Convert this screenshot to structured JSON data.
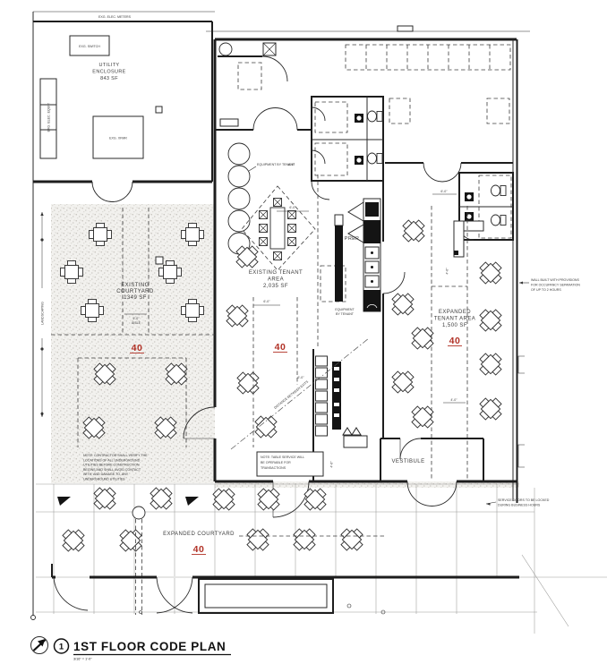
{
  "drawing": {
    "title": "1ST FLOOR CODE PLAN",
    "scale": "3/16\" = 1'-0\"",
    "detail_number": "1"
  },
  "labels": {
    "exg_elec_meters": "EXG. ELEC. METERS",
    "exg_switch": "EXG. SWITCH",
    "utility": [
      "UTILITY",
      "ENCLOSURE",
      "843 SF"
    ],
    "exg_elec_equip": "EXG. ELEC. EQUIP.",
    "exg_xfmr": "EXG. XFMR",
    "existing_courtyard": [
      "EXISTING",
      "COURTYARD",
      "1349 SF"
    ],
    "landscaping": "LANDSCAPING",
    "existing_tenant": [
      "EXISTING TENANT",
      "AREA",
      "2,035 SF"
    ],
    "expanded_tenant": [
      "EXPANDED",
      "TENANT AREA",
      "1,500 SF"
    ],
    "expanded_courtyard": "EXPANDED COURTYARD",
    "vestibule": "VESTIBULE",
    "prep": "PREP",
    "equipment_by_tenant": "EQUIPMENT BY TENANT",
    "equipment_by_tenant_2": [
      "EQUIPMENT",
      "BY TENANT"
    ],
    "exit_distance": "DISTANCE BETWEEN EXITS"
  },
  "occupancy": {
    "value": "40"
  },
  "dimensions": {
    "aisle_width": "5'-0\"",
    "aisle_word": "AISLE",
    "six_feet": "6'-0\"",
    "four_six": "4'-6\"",
    "four_feet": "4'-0\""
  },
  "notes": {
    "wall_provisions": [
      "WALL BUILT WITH PROVISIONS",
      "FOR OCCUPANCY SEPARATION",
      "OF UP TO 2 HOURS"
    ],
    "service_doors": [
      "SERVICE DOORS TO BE LOCKED",
      "DURING BUSINESS HOURS"
    ],
    "underground": [
      "NOTE: CONTRACTOR SHALL VERIFY THE",
      "LOCATIONS OF ALL UNDERGROUND",
      "UTILITIES BEFORE CONSTRUCTION",
      "BEGINS AND SHALL AVOID CONTACT",
      "WITH, AND DAMAGE TO, ANY",
      "UNDERGROUND UTILITIES"
    ],
    "table_service": [
      "NOTE: TABLE SERVICE WILL",
      "BE OPERABLE FOR",
      "TRANSACTIONS"
    ]
  },
  "colors": {
    "occupancy_red": "#b13126",
    "linework": "#1d1d1d",
    "courtyard_fill": "#f2f1ee"
  }
}
